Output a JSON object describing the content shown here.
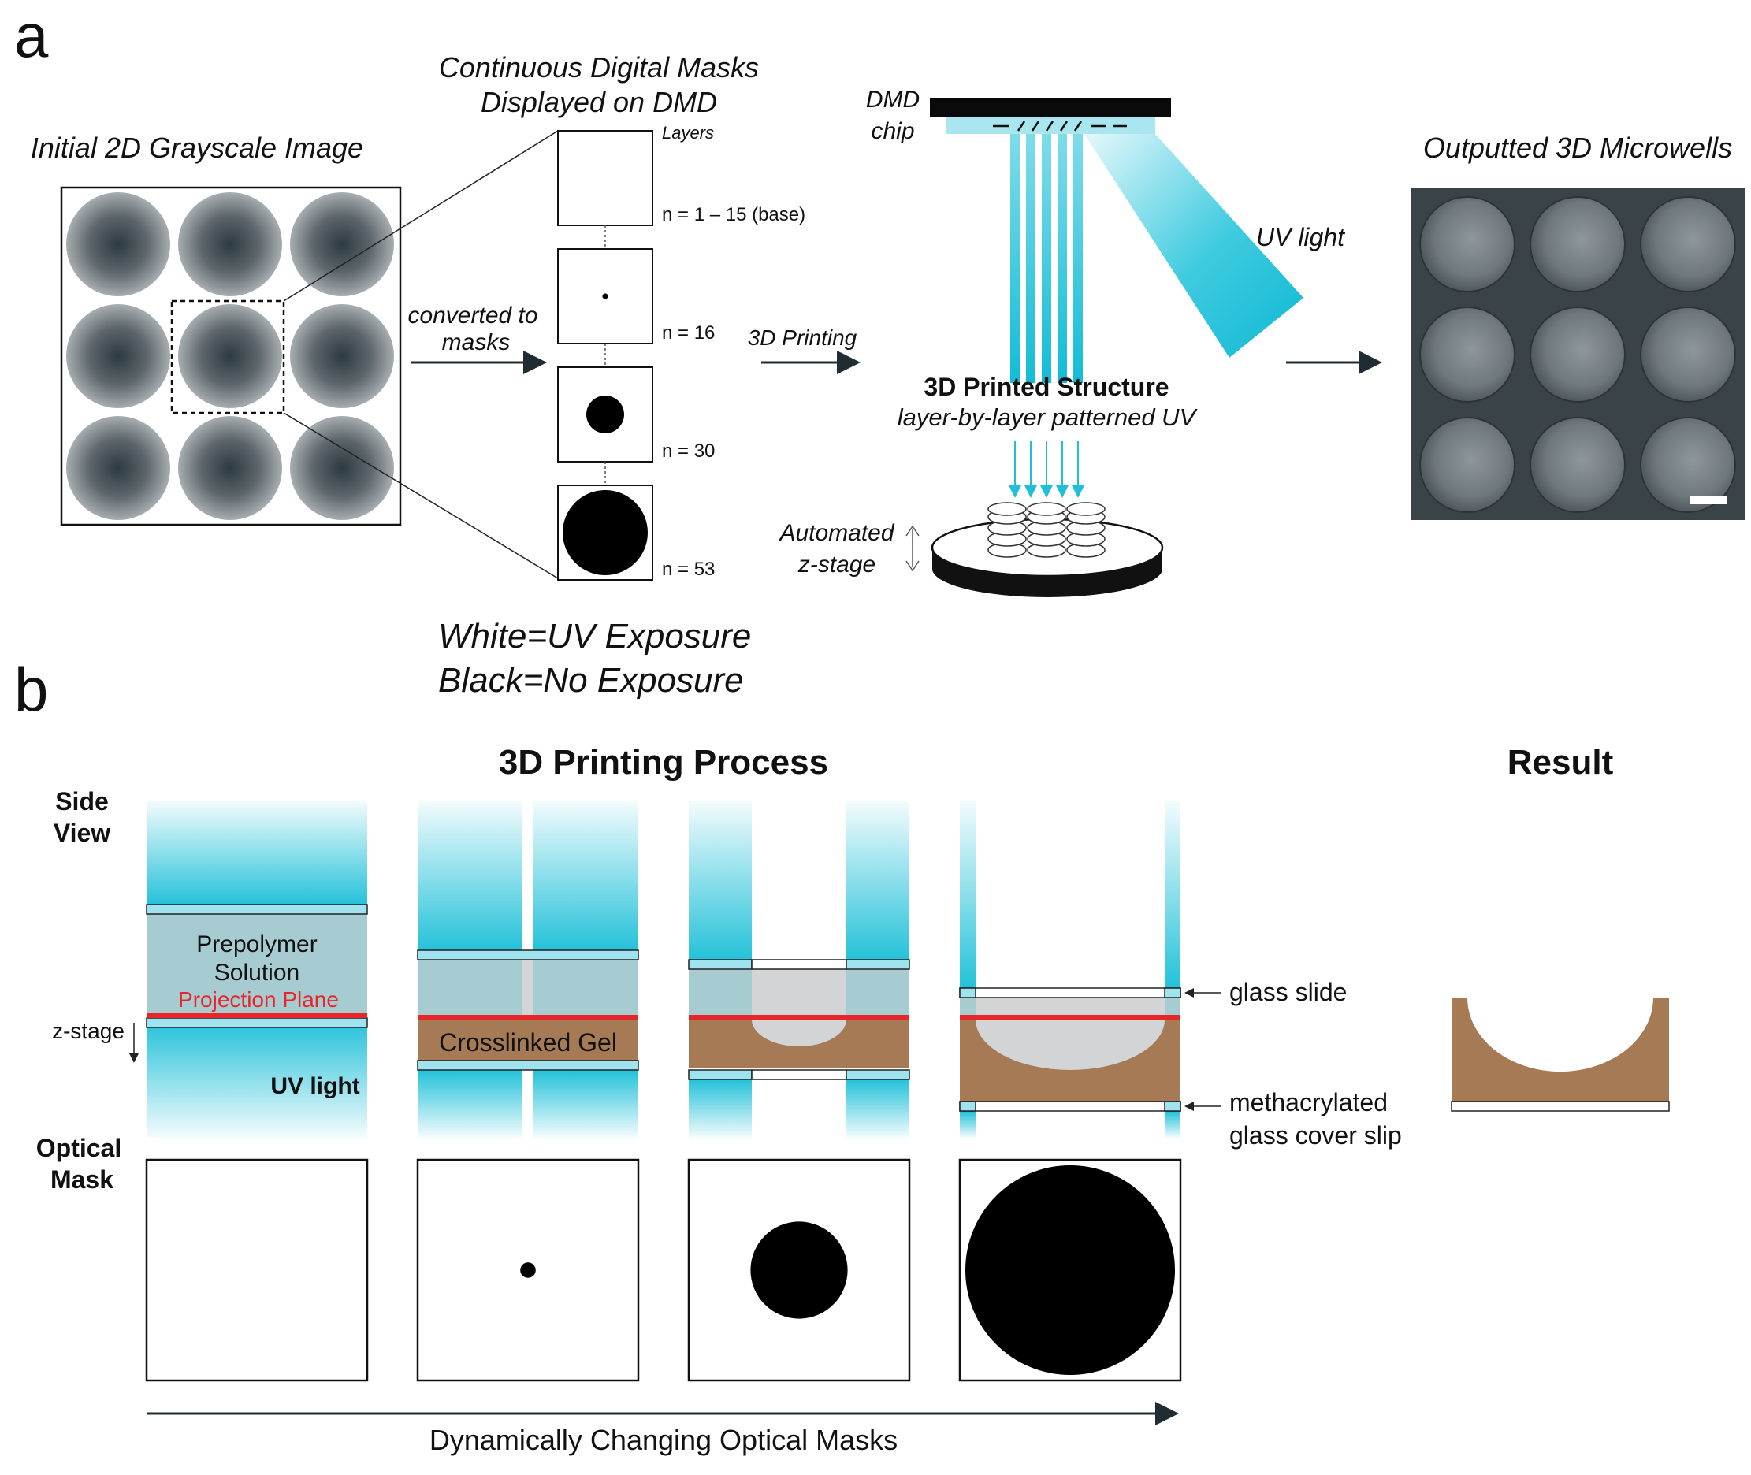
{
  "panel_a": {
    "label": "a",
    "grayscale_title": "Initial 2D Grayscale Image",
    "masks_title_line1": "Continuous Digital Masks",
    "masks_title_line2": "Displayed on DMD",
    "layers_label": "Layers",
    "layers": [
      {
        "label": "n = 1 – 15 (base)",
        "dot": 0
      },
      {
        "label": "n = 16",
        "dot": 0.06
      },
      {
        "label": "n = 30",
        "dot": 0.4
      },
      {
        "label": "n = 53",
        "dot": 0.9
      }
    ],
    "arrow1_line1": "converted to",
    "arrow1_line2": "masks",
    "arrow2": "3D Printing",
    "dmd_line1": "DMD",
    "dmd_line2": "chip",
    "uv_light": "UV light",
    "structure_title": "3D Printed Structure",
    "structure_subtitle": "layer-by-layer patterned UV",
    "zstage_line1": "Automated",
    "zstage_line2": "z-stage",
    "output_title": "Outputted 3D Microwells",
    "legend_line1": "White=UV Exposure",
    "legend_line2": "Black=No Exposure"
  },
  "panel_b": {
    "label": "b",
    "process_title": "3D Printing Process",
    "result_title": "Result",
    "side_view_line1": "Side",
    "side_view_line2": "View",
    "optical_mask_line1": "Optical",
    "optical_mask_line2": "Mask",
    "prepolymer_line1": "Prepolymer",
    "prepolymer_line2": "Solution",
    "projection_plane": "Projection Plane",
    "zstage": "z-stage",
    "uv_light": "UV light",
    "crosslinked_gel": "Crosslinked Gel",
    "glass_slide": "glass slide",
    "cover_slip_line1": "methacrylated",
    "cover_slip_line2": "glass cover slip",
    "bottom_caption": "Dynamically Changing Optical Masks",
    "mask_dots": [
      0,
      0.07,
      0.44,
      0.95
    ]
  },
  "colors": {
    "uv": "#1ec0d8",
    "gel": "#a57a55",
    "projection": "#e8262a",
    "glass": "#9fe3ee"
  }
}
